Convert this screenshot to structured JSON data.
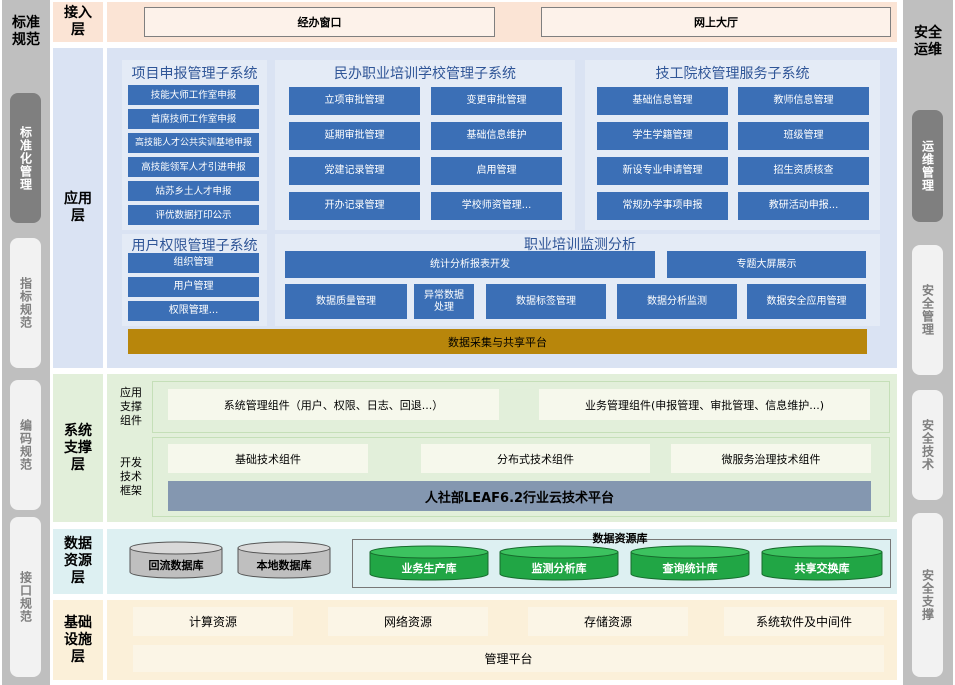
{
  "left_column": {
    "title": "标准\n规范",
    "items": [
      {
        "label": "标准化管理",
        "active": true
      },
      {
        "label": "指标规范",
        "active": false
      },
      {
        "label": "编码规范",
        "active": false
      },
      {
        "label": "接口规范",
        "active": false
      }
    ]
  },
  "right_column": {
    "title": "安全\n运维",
    "items": [
      {
        "label": "运维管理",
        "active": true
      },
      {
        "label": "安全管理",
        "active": false
      },
      {
        "label": "安全技术",
        "active": false
      },
      {
        "label": "安全支撑",
        "active": false
      }
    ]
  },
  "access_layer": {
    "label": "接入\n层",
    "windows": [
      "经办窗口",
      "网上大厅"
    ]
  },
  "app_layer": {
    "label": "应用\n层",
    "project": {
      "title": "项目申报管理子系统",
      "items": [
        "技能大师工作室申报",
        "首席技师工作室申报",
        "高技能人才公共实训基地申报",
        "高技能领军人才引进申报",
        "姑苏乡土人才申报",
        "评优数据打印公示"
      ]
    },
    "private_school": {
      "title": "民办职业培训学校管理子系统",
      "items": [
        "立项审批管理",
        "变更审批管理",
        "延期审批管理",
        "基础信息维护",
        "党建记录管理",
        "启用管理",
        "开办记录管理",
        "学校师资管理..."
      ]
    },
    "technical_school": {
      "title": "技工院校管理服务子系统",
      "items": [
        "基础信息管理",
        "教师信息管理",
        "学生学籍管理",
        "班级管理",
        "新设专业申请管理",
        "招生资质核查",
        "常规办学事项申报",
        "教研活动申报..."
      ]
    },
    "user_perm": {
      "title": "用户权限管理子系统",
      "items": [
        "组织管理",
        "用户管理",
        "权限管理..."
      ]
    },
    "monitoring": {
      "title": "职业培训监测分析",
      "row1": [
        "统计分析报表开发",
        "专题大屏展示"
      ],
      "row2": [
        "数据质量管理",
        "异常数据\n处理",
        "数据标签管理",
        "数据分析监测",
        "数据安全应用管理"
      ]
    },
    "platform": "数据采集与共享平台"
  },
  "support_layer": {
    "label": "系统\n支撑\n层",
    "app_support": {
      "label": "应用\n支撑\n组件",
      "items": [
        "系统管理组件（用户、权限、日志、回退...）",
        "业务管理组件(申报管理、审批管理、信息维护...)"
      ]
    },
    "dev_framework": {
      "label": "开发\n技术\n框架",
      "items": [
        "基础技术组件",
        "分布式技术组件",
        "微服务治理技术组件"
      ],
      "platform": "人社部LEAF6.2行业云技术平台"
    }
  },
  "data_layer": {
    "label": "数据\n资源\n层",
    "gray_dbs": [
      "回流数据库",
      "本地数据库"
    ],
    "repo_title": "数据资源库",
    "green_dbs": [
      "业务生产库",
      "监测分析库",
      "查询统计库",
      "共享交换库"
    ]
  },
  "infra_layer": {
    "label": "基础\n设施\n层",
    "items": [
      "计算资源",
      "网络资源",
      "存储资源",
      "系统软件及中间件"
    ],
    "platform": "管理平台"
  },
  "colors": {
    "access_bg": "#fbe4d5",
    "app_bg": "#dae3f3",
    "support_bg": "#e2efda",
    "data_bg": "#ddf0f2",
    "infra_bg": "#fbf0d9",
    "blue_box": "#3b6fb6",
    "gold_bar": "#b8860b",
    "green_db": "#21a645",
    "gray_db": "#bfbfbf",
    "leaf_platform": "#8497b0"
  }
}
